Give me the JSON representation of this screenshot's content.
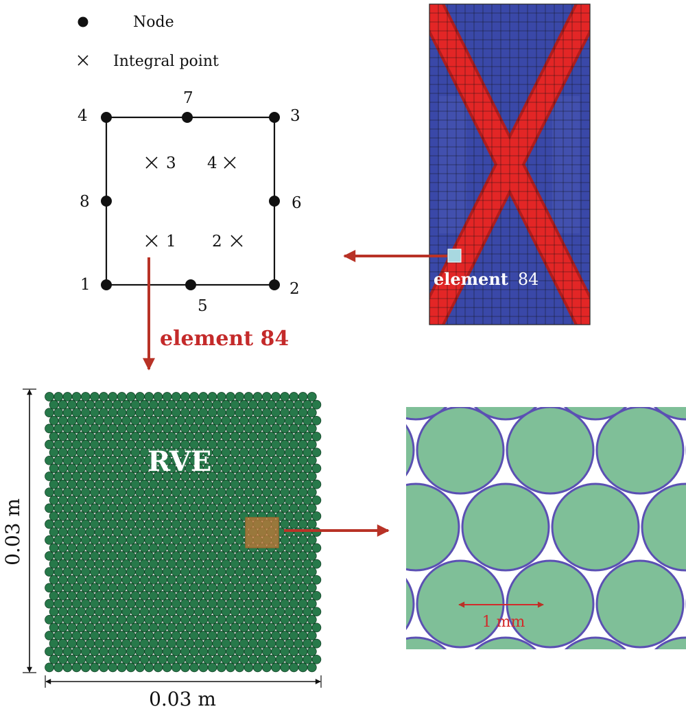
{
  "legend": {
    "node_label": "Node",
    "integral_label": "Integral point"
  },
  "element": {
    "node_numbers": [
      "1",
      "2",
      "3",
      "4",
      "5",
      "6",
      "7",
      "8"
    ],
    "integral_points": [
      "1",
      "2",
      "3",
      "4"
    ]
  },
  "labels": {
    "element_red": "element 84",
    "mesh_element_word": "element",
    "mesh_element_number": "84",
    "rve": "RVE",
    "dim_horizontal": "0.03 m",
    "dim_vertical": "0.03 m",
    "particle_size": "1 mm"
  },
  "colors": {
    "mesh_blue": "#3a48a8",
    "band_red": "#e32626",
    "highlight_cell": "#a8d8e0",
    "arrow_red": "#b83226",
    "label_red": "#c42a2a",
    "rve_green": "#27794a",
    "zoom_fill": "#7fbf98",
    "zoom_stroke": "#5b50b3",
    "selection_box": "#c07838"
  }
}
